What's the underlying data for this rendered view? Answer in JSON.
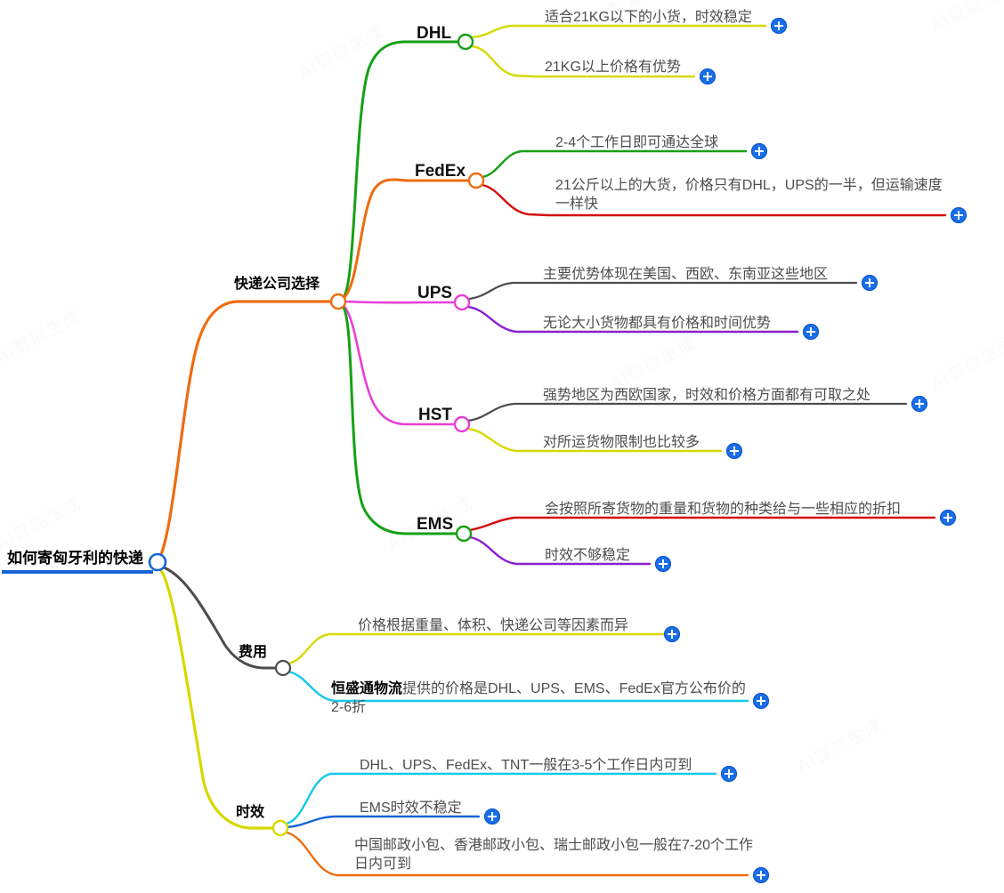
{
  "document": {
    "title": "如何寄匈牙利的快递",
    "type": "mindmap",
    "watermark": "AI智能生成"
  },
  "colors": {
    "root_line": "#1565d8",
    "root_node_stroke": "#1565d8",
    "branch_courier": "#ef6c10",
    "branch_fee": "#4d4d4d",
    "branch_time": "#d8d800",
    "dhl": "#16a016",
    "fedex": "#ef6c10",
    "ups": "#e83fd6",
    "hst": "#e83fd6",
    "ems": "#16a016",
    "leaf_yellow": "#d8d800",
    "leaf_green": "#16a016",
    "leaf_red": "#d40b0b",
    "leaf_gray": "#4d4d4d",
    "leaf_purple": "#8a1fd0",
    "leaf_cyan": "#16c8e8",
    "leaf_blue": "#1565d8",
    "leaf_orange": "#ef6c10",
    "plus_button": "#1a6ee8",
    "leaf_text": "#4d4d4d",
    "node_text": "#000000"
  },
  "root": {
    "label": "如何寄匈牙利的快递",
    "underline_color": "#1565d8",
    "node_color": "#1565d8"
  },
  "branches": [
    {
      "id": "courier",
      "label": "快递公司选择",
      "color": "#ef6c10",
      "children": [
        {
          "id": "dhl",
          "label": "DHL",
          "color": "#16a016",
          "leaves": [
            {
              "text": "适合21KG以下的小货，时效稳定",
              "color": "#d8d800",
              "plus": "+"
            },
            {
              "text": "21KG以上价格有优势",
              "color": "#d8d800",
              "plus": "+"
            }
          ]
        },
        {
          "id": "fedex",
          "label": "FedEx",
          "color": "#ef6c10",
          "leaves": [
            {
              "text": "2-4个工作日即可通达全球",
              "color": "#16a016",
              "plus": "+"
            },
            {
              "text": "21公斤以上的大货，价格只有DHL，UPS的一半，但运输速度一样快",
              "color": "#d40b0b",
              "plus": "+"
            }
          ]
        },
        {
          "id": "ups",
          "label": "UPS",
          "color": "#e83fd6",
          "leaves": [
            {
              "text": "主要优势体现在美国、西欧、东南亚这些地区",
              "color": "#4d4d4d",
              "plus": "+"
            },
            {
              "text": "无论大小货物都具有价格和时间优势",
              "color": "#8a1fd0",
              "plus": "+"
            }
          ]
        },
        {
          "id": "hst",
          "label": "HST",
          "color": "#e83fd6",
          "leaves": [
            {
              "text": "强势地区为西欧国家，时效和价格方面都有可取之处",
              "color": "#4d4d4d",
              "plus": "+"
            },
            {
              "text": "对所运货物限制也比较多",
              "color": "#d8d800",
              "plus": "+"
            }
          ]
        },
        {
          "id": "ems",
          "label": "EMS",
          "color": "#16a016",
          "leaves": [
            {
              "text": "会按照所寄货物的重量和货物的种类给与一些相应的折扣",
              "color": "#d40b0b",
              "plus": "+"
            },
            {
              "text": "时效不够稳定",
              "color": "#8a1fd0",
              "plus": "+"
            }
          ]
        }
      ]
    },
    {
      "id": "fee",
      "label": "费用",
      "color": "#4d4d4d",
      "leaves": [
        {
          "text": "价格根据重量、体积、快递公司等因素而异",
          "color": "#d8d800",
          "plus": "+"
        },
        {
          "text_bold": "恒盛通物流",
          "text": "提供的价格是DHL、UPS、EMS、FedEx官方公布价的2-6折",
          "color": "#16c8e8",
          "plus": "+"
        }
      ]
    },
    {
      "id": "time",
      "label": "时效",
      "color": "#d8d800",
      "leaves": [
        {
          "text": "DHL、UPS、FedEx、TNT一般在3-5个工作日内可到",
          "color": "#16c8e8",
          "plus": "+"
        },
        {
          "text": "EMS时效不稳定",
          "color": "#1565d8",
          "plus": "+"
        },
        {
          "text": "中国邮政小包、香港邮政小包、瑞士邮政小包一般在7-20个工作日内可到",
          "color": "#ef6c10",
          "plus": "+"
        }
      ]
    }
  ]
}
